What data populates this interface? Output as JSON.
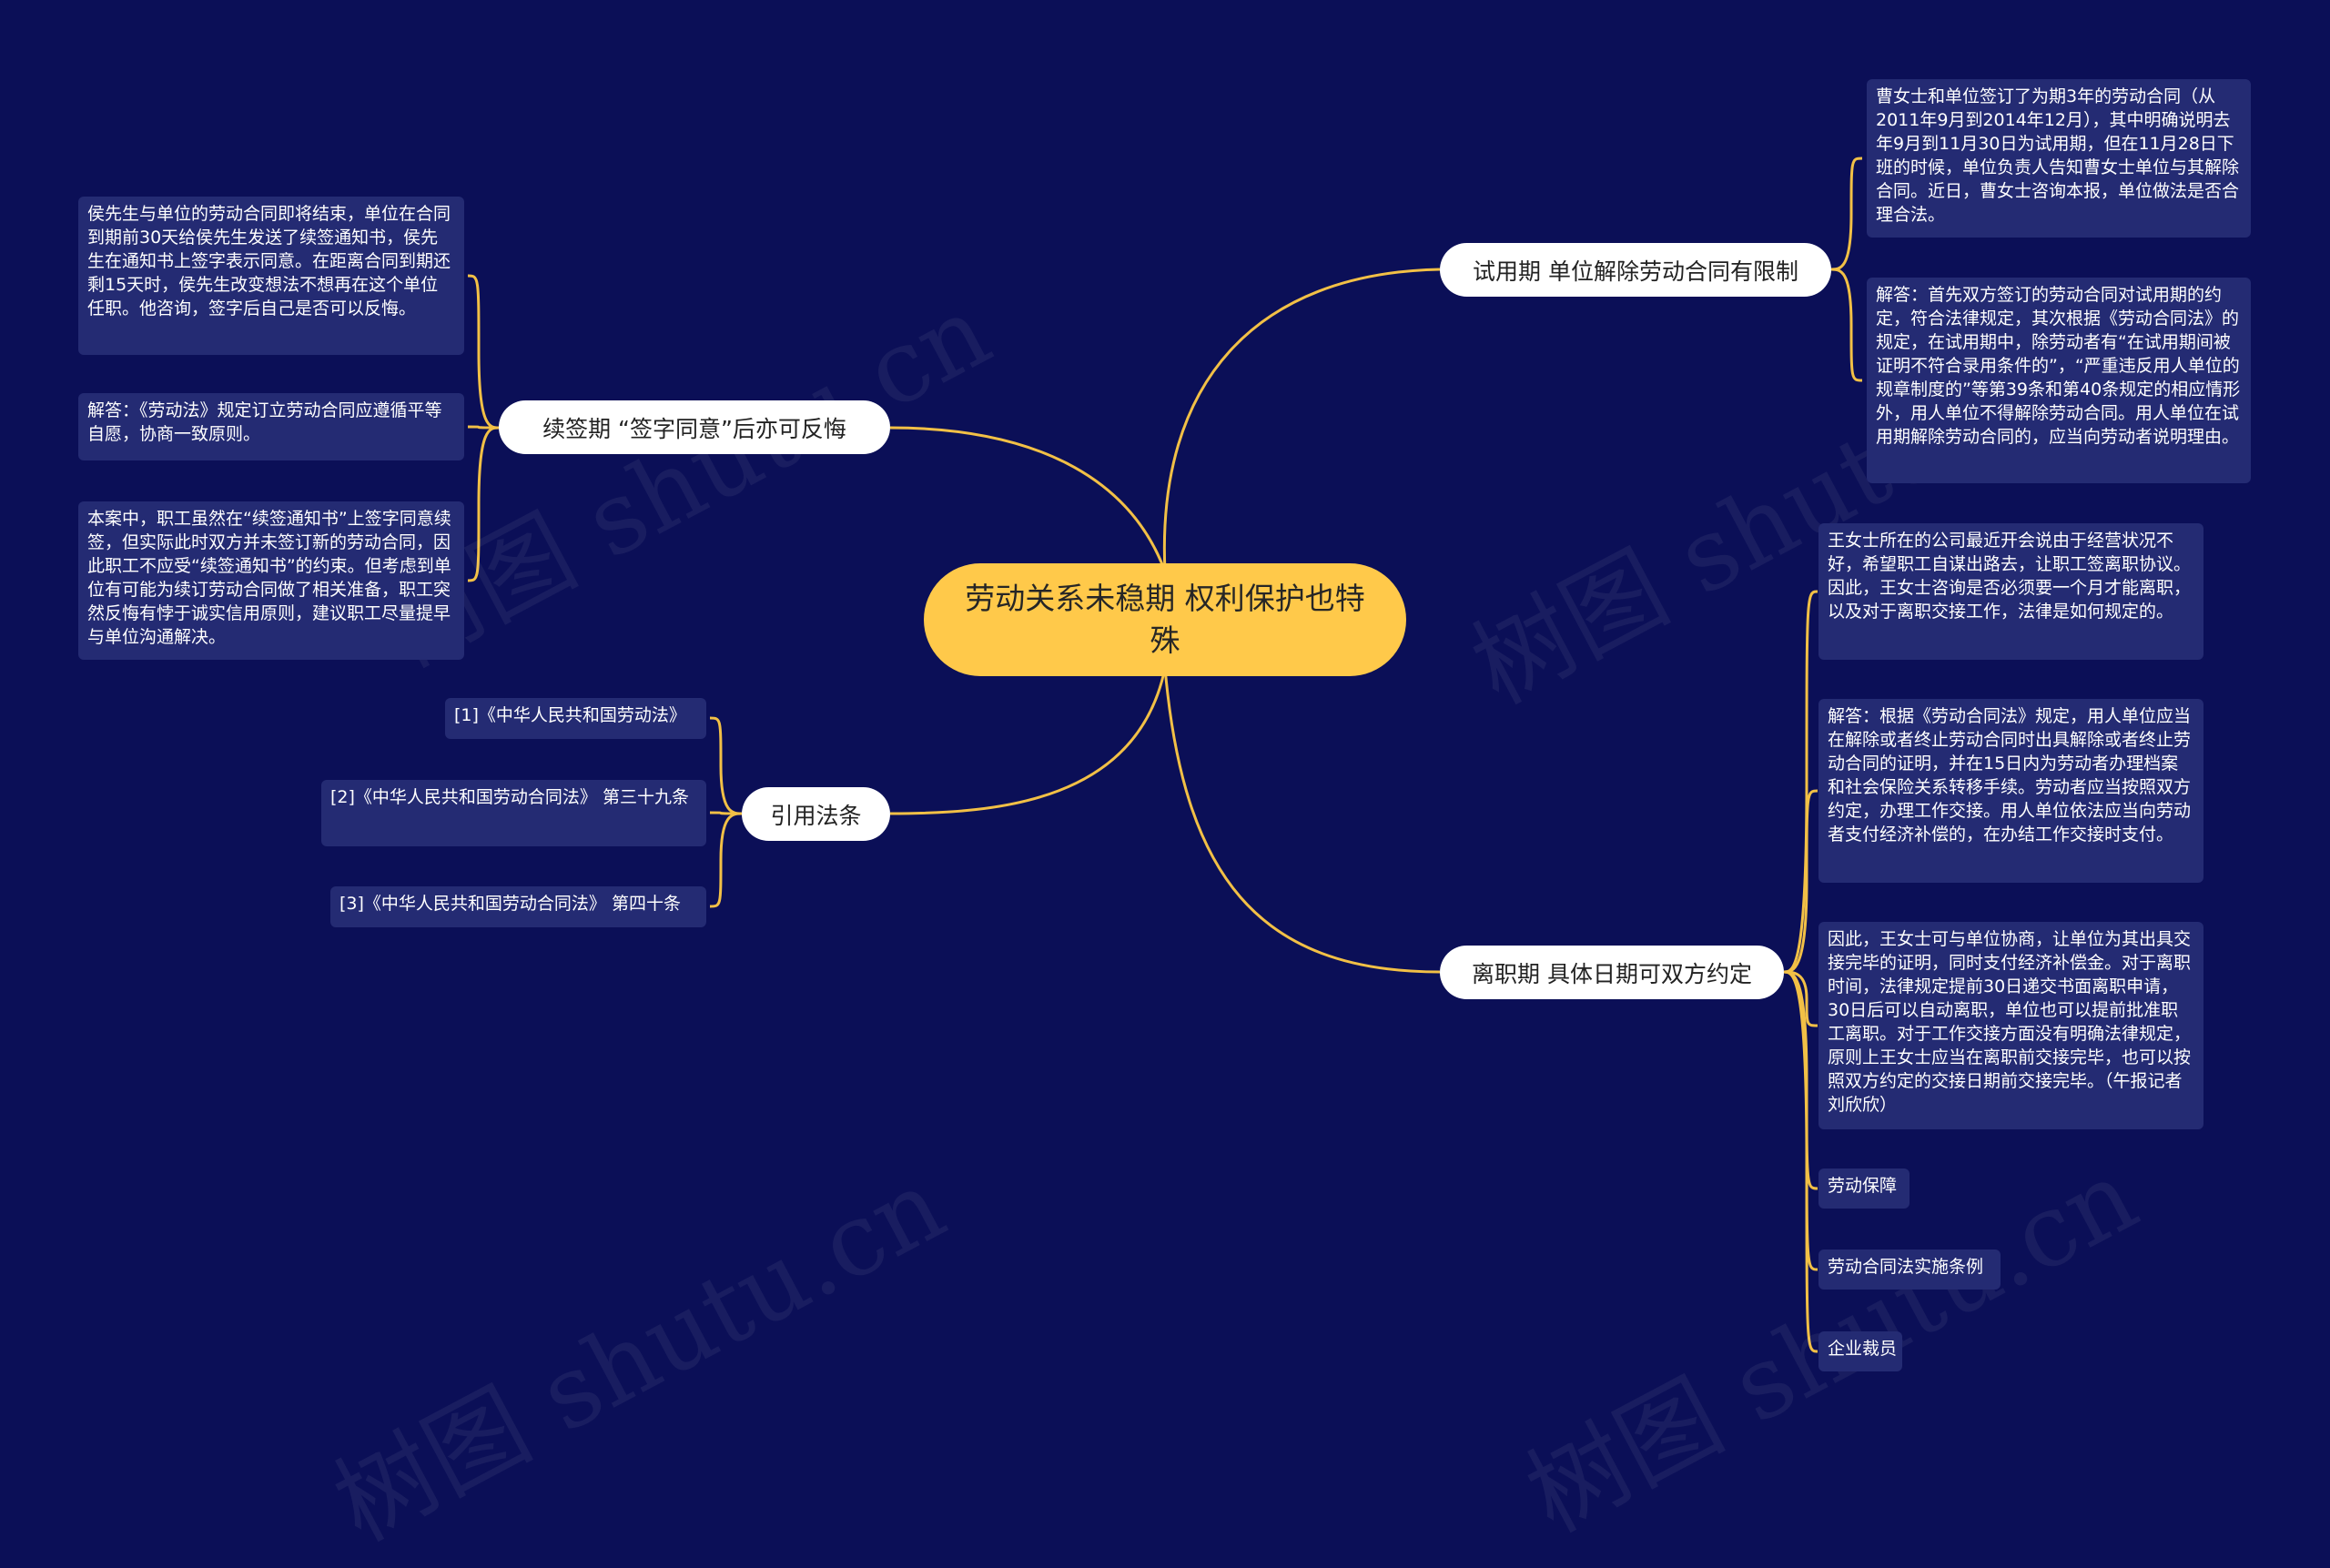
{
  "center": {
    "title": "劳动关系未稳期 权利保护也特殊"
  },
  "branches": {
    "probation": "试用期 单位解除劳动合同有限制",
    "renewal": "续签期 “签字同意”后亦可反悔",
    "laws": "引用法条",
    "resignation": "离职期 具体日期可双方约定"
  },
  "probation_leaves": [
    "曹女士和单位签订了为期3年的劳动合同（从2011年9月到2014年12月），其中明确说明去年9月到11月30日为试用期，但在11月28日下班的时候，单位负责人告知曹女士单位与其解除合同。近日，曹女士咨询本报，单位做法是否合理合法。",
    "解答：首先双方签订的劳动合同对试用期的约定，符合法律规定，其次根据《劳动合同法》的规定，在试用期中，除劳动者有“在试用期间被证明不符合录用条件的”，“严重违反用人单位的规章制度的”等第39条和第40条规定的相应情形外，用人单位不得解除劳动合同。用人单位在试用期解除劳动合同的，应当向劳动者说明理由。"
  ],
  "renewal_leaves": [
    "侯先生与单位的劳动合同即将结束，单位在合同到期前30天给侯先生发送了续签通知书，侯先生在通知书上签字表示同意。在距离合同到期还剩15天时，侯先生改变想法不想再在这个单位任职。他咨询，签字后自己是否可以反悔。",
    "解答：《劳动法》规定订立劳动合同应遵循平等自愿，协商一致原则。",
    "本案中，职工虽然在“续签通知书”上签字同意续签，但实际此时双方并未签订新的劳动合同，因此职工不应受“续签通知书”的约束。但考虑到单位有可能为续订劳动合同做了相关准备，职工突然反悔有悖于诚实信用原则，建议职工尽量提早与单位沟通解决。"
  ],
  "law_leaves": [
    "[1]《中华人民共和国劳动法》",
    "[2]《中华人民共和国劳动合同法》 第三十九条",
    "[3]《中华人民共和国劳动合同法》 第四十条"
  ],
  "resignation_leaves": [
    "王女士所在的公司最近开会说由于经营状况不好，希望职工自谋出路去，让职工签离职协议。因此，王女士咨询是否必须要一个月才能离职，以及对于离职交接工作，法律是如何规定的。",
    "解答：根据《劳动合同法》规定，用人单位应当在解除或者终止劳动合同时出具解除或者终止劳动合同的证明，并在15日内为劳动者办理档案和社会保险关系转移手续。劳动者应当按照双方约定，办理工作交接。用人单位依法应当向劳动者支付经济补偿的，在办结工作交接时支付。",
    "因此，王女士可与单位协商，让单位为其出具交接完毕的证明，同时支付经济补偿金。对于离职时间，法律规定提前30日递交书面离职申请，30日后可以自动离职，单位也可以提前批准职工离职。对于工作交接方面没有明确法律规定，原则上王女士应当在离职前交接完毕，也可以按照双方约定的交接日期前交接完毕。（午报记者 刘欣欣）",
    "劳动保障",
    "劳动合同法实施条例",
    "企业裁员"
  ],
  "watermark": "树图 shutu.cn",
  "colors": {
    "background": "#0b0f57",
    "center_fill": "#ffc94a",
    "connector": "#f2c046",
    "leaf_fill": "#242b73",
    "branch_fill": "#ffffff"
  }
}
